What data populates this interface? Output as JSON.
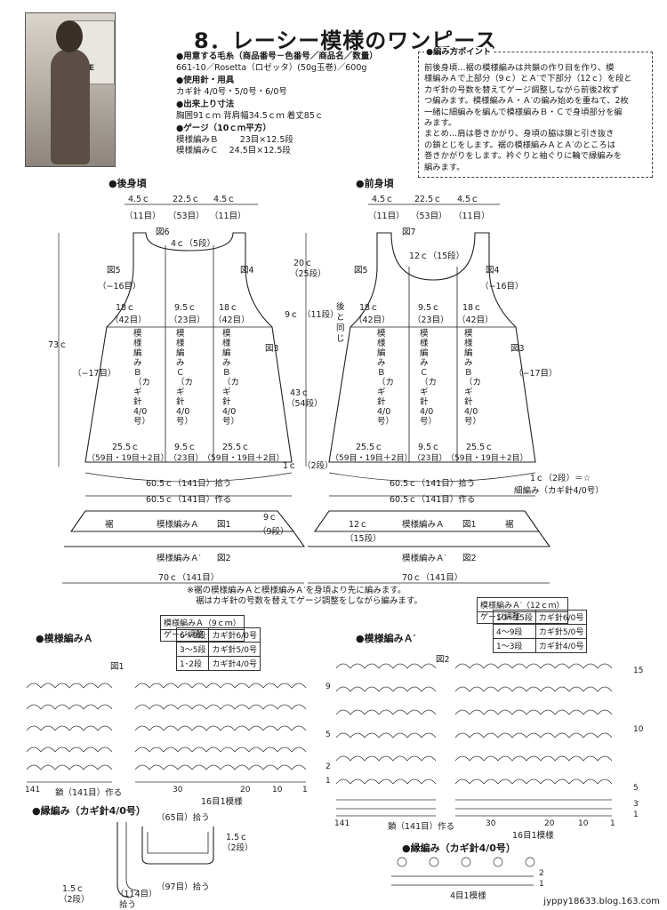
{
  "title": "8．レーシー模様のワンピース",
  "specs": {
    "yarn_head": "●用意する毛糸（商品番号－色番号／商品名／数量）",
    "yarn_value": "661-10／Rosetta（ロゼッタ）(50g玉巻)／600g",
    "needle_head": "●使用針・用具",
    "needle_value": "カギ針 4/0号・5/0号・6/0号",
    "size_head": "●出来上り寸法",
    "size_value": "胸囲91ｃｍ 背肩幅34.5ｃｍ 着丈85ｃ",
    "gauge_head": "●ゲージ（10ｃｍ平方）",
    "gauge_b_label": "模様編みＢ",
    "gauge_b_value": "23目×12.5段",
    "gauge_c_label": "模様編みＣ",
    "gauge_c_value": "24.5目×12.5段"
  },
  "points": {
    "head": "●編み方ポイント",
    "lines": [
      "前後身頃…裾の模様編みは共鎖の作り目を作り、模",
      "様編みＡで上部分（9ｃ）とＡ′で下部分（12ｃ）を段と",
      "カギ針の号数を替えてゲージ調整しながら前後2枚ず",
      "つ編みます。模様編みＡ・Ａ′の編み始めを重ねて、2枚",
      "一緒に細編みを編んで模様編みＢ・Ｃで身頃部分を編",
      "みます。",
      "まとめ…肩は巻きかがり、身頃の脇は鎖と引き抜き",
      "の鎖とじをします。裾の模様編みＡとＡ′のところは",
      "巻きかがりをします。衿ぐりと袖ぐりに輪で縁編みを",
      "編みます。"
    ]
  },
  "back": {
    "head": "●後身頃",
    "top_dims": [
      "4.5ｃ",
      "22.5ｃ",
      "4.5ｃ"
    ],
    "top_counts": [
      "（11目）",
      "（53目）",
      "（11目）"
    ],
    "fig6": "図6",
    "neck": "4ｃ（5段）",
    "fig5": "図5",
    "fig4": "図4",
    "minus16": "（−16目）",
    "w18a": "18ｃ",
    "w95": "9.5ｃ",
    "w18b": "18ｃ",
    "c42a": "（42目）",
    "c23": "（23目）",
    "c42b": "（42目）",
    "fig3": "図3",
    "minus17": "（−17目）",
    "total": "73ｃ",
    "pattern_b": "模様編みＢ（カギ針4/0号）",
    "pattern_c": "模様編みＣ（カギ針4/0号）",
    "b255a": "25.5ｃ",
    "b95": "9.5ｃ",
    "b255b": "25.5ｃ",
    "bc59a": "（59目・19目＋2目）",
    "bc23": "（23目）",
    "bc59b": "（59目・19目＋2目）",
    "pick": "60.5ｃ（141目）拾う",
    "make": "60.5ｃ（141目）作る",
    "hem": "裾",
    "pa": "模様編みＡ",
    "fig1": "図1",
    "pa9": "9ｃ",
    "pa9c": "（9段）",
    "pa2": "模様編みＡ′",
    "fig2": "図2",
    "w70": "70ｃ（141目）"
  },
  "mid": {
    "d20": "20ｃ",
    "d20c": "（25段）",
    "d9": "9ｃ",
    "d9c": "（11段）",
    "d43": "43ｃ",
    "d43c": "（54段）",
    "d1": "1ｃ",
    "d1c": "（2段）",
    "same": "後と同じ"
  },
  "front": {
    "head": "●前身頃",
    "top_dims": [
      "4.5ｃ",
      "22.5ｃ",
      "4.5ｃ"
    ],
    "top_counts": [
      "（11目）",
      "（53目）",
      "（11目）"
    ],
    "fig7": "図7",
    "neck": "12ｃ（15段）",
    "fig5": "図5",
    "fig4": "図4",
    "minus16": "（−16目）",
    "w18a": "18ｃ",
    "w95": "9.5ｃ",
    "w18b": "18ｃ",
    "c42a": "（42目）",
    "c23": "（23目）",
    "c42b": "（42目）",
    "fig3": "図3",
    "minus17": "（−17目）",
    "b255a": "25.5ｃ",
    "b95": "9.5ｃ",
    "b255b": "25.5ｃ",
    "bc59a": "（59目・19目＋2目）",
    "bc23": "（23目）",
    "bc59b": "（59目・19目＋2目）",
    "pick": "60.5ｃ（141目）拾う",
    "make": "60.5ｃ（141目）作る",
    "edge1": "1ｃ（2段）＝☆",
    "edge2": "細編み（カギ針4/0号）",
    "pa12": "12ｃ",
    "pa12c": "（15段）",
    "pa": "模様編みＡ",
    "fig1": "図1",
    "hem": "裾",
    "pa2": "模様編みＡ′",
    "fig2": "図2",
    "w70": "70ｃ（141目）",
    "note1": "※裾の模様編みＡと模様編みＡ′を身頃より先に編みます。",
    "note2": "裾はカギ針の号数を替えてゲージ調整をしながら編みます。"
  },
  "chartA": {
    "head": "●模様編みＡ",
    "fig": "図1",
    "table_title": "模様編みＡ（9ｃｍ）",
    "table_side": "ゲージ調整",
    "rows": [
      [
        "6〜9段",
        "カギ針6/0号"
      ],
      [
        "3〜5段",
        "カギ針5/0号"
      ],
      [
        "1･2段",
        "カギ針4/0号"
      ]
    ],
    "r9": "9",
    "r5": "5",
    "r2": "2",
    "r1": "1",
    "x141": "141",
    "x30": "30",
    "x20": "20",
    "x10": "10",
    "x1": "1",
    "chain": "鎖（141目）作る",
    "repeat": "16目1模様"
  },
  "chartA2": {
    "head": "●模様編みＡ′",
    "fig": "図2",
    "table_title": "模様編みＡ′（12ｃｍ）",
    "table_side": "ゲージ調整",
    "rows": [
      [
        "10〜15段",
        "カギ針6/0号"
      ],
      [
        "4〜9段",
        "カギ針5/0号"
      ],
      [
        "1〜3段",
        "カギ針4/0号"
      ]
    ],
    "r15": "15",
    "r10": "10",
    "r5": "5",
    "r3": "3",
    "r1": "1",
    "x141": "141",
    "x30": "30",
    "x20": "20",
    "x10": "10",
    "x1": "1",
    "chain": "鎖（141目）作る",
    "repeat": "16目1模様"
  },
  "edging1": {
    "head": "●縁編み（カギ針4/0号）",
    "p65": "（65目）拾う",
    "w15a": "1.5ｃ",
    "w15ac": "（2段）",
    "p97": "（97目）拾う",
    "w15b": "1.5ｃ",
    "w15bc": "（2段）",
    "p114": "（114目）",
    "p114b": "拾う"
  },
  "edging2": {
    "head": "●縁編み（カギ針4/0号）",
    "r2": "2",
    "r1": "1",
    "repeat": "4目1模様"
  },
  "url": "jyppy18633.blog.163.com"
}
